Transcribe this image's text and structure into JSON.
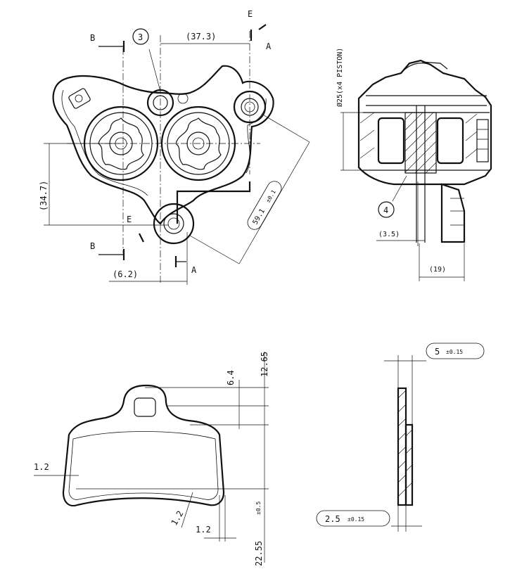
{
  "colors": {
    "line": "#111111",
    "background": "#ffffff"
  },
  "caliper_front": {
    "section_b": "B",
    "section_b_bottom": "B",
    "section_a": "A",
    "section_a_bottom": "A",
    "section_e": "E",
    "section_e_bottom": "E",
    "balloon_3": "3",
    "dim_top": "(37.3)",
    "dim_left": "(34.7)",
    "dim_bottom": "(6.2)",
    "dim_diagonal": "59.1",
    "dim_diagonal_tol": "±0.1"
  },
  "caliper_side": {
    "piston_label": "Ø25(x4 PISTON)",
    "balloon_4": "4",
    "dim_small": "(3.5)",
    "dim_width": "(19)"
  },
  "pad_front": {
    "dim_top": "12.65",
    "dim_tab": "6.4",
    "dim_bottom": "22.55",
    "dim_bottom_tol": "±0.5",
    "dim_edge_left": "1.2",
    "dim_edge_bottom": "1.2",
    "dim_edge_diag": "1.2"
  },
  "pad_side": {
    "dim_total": "5",
    "dim_total_tol": "±0.15",
    "dim_backplate": "2.5",
    "dim_backplate_tol": "±0.15"
  }
}
